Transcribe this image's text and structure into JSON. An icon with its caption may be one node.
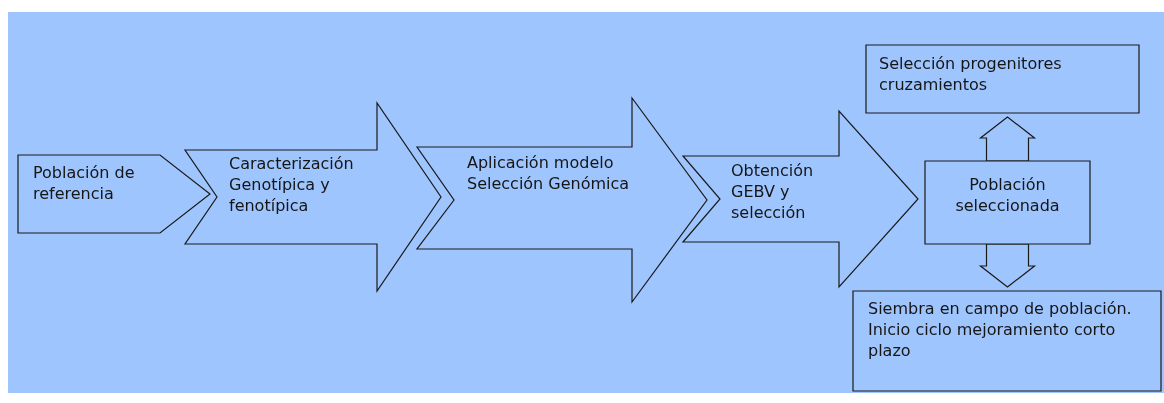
{
  "diagram": {
    "nodes": [
      {
        "text": [
          "Población de referencia"
        ]
      },
      {
        "text": [
          "Caracterización Genotípica y fenotípica"
        ]
      },
      {
        "text": [
          "Aplicación modelo Selección Genómica"
        ]
      },
      {
        "text": [
          "Obtención GEBV y selección"
        ]
      },
      {
        "text": [
          "Selección progenitores cruzamientos"
        ]
      },
      {
        "text": [
          "Población seleccionada"
        ]
      },
      {
        "text": [
          "Siembra en campo de población. Inicio ciclo mejoramiento corto plazo"
        ]
      }
    ],
    "edges": [
      {
        "from": 5,
        "to": 4,
        "arrow": "to"
      },
      {
        "from": 5,
        "to": 6,
        "arrow": "to"
      }
    ]
  }
}
